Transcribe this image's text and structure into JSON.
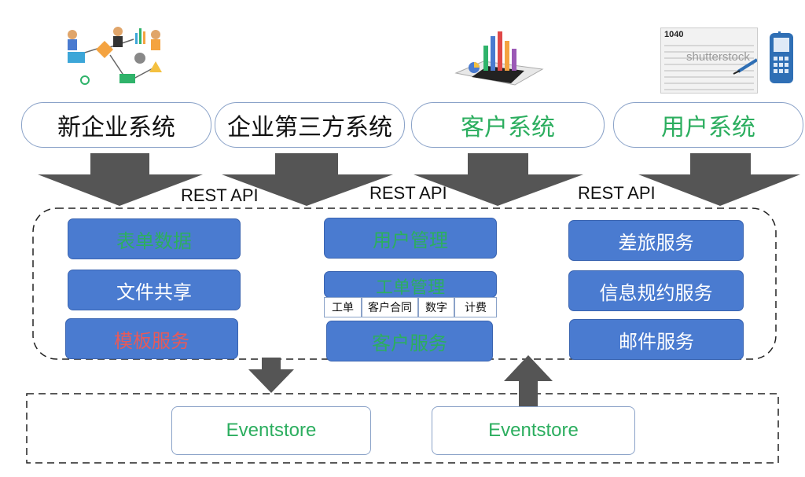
{
  "systems": [
    {
      "label": "新企业系统"
    },
    {
      "label": "企业第三方系统"
    },
    {
      "label": "客户系统"
    },
    {
      "label": "用户系统"
    }
  ],
  "api_labels": [
    "REST API",
    "REST API",
    "REST API"
  ],
  "left_services": [
    "表单数据",
    "文件共享",
    "模板服务"
  ],
  "middle_services": [
    "用户管理",
    "工单管理",
    "客户服务"
  ],
  "middle_subtabs": [
    "工单",
    "客户合同",
    "数字",
    "计费"
  ],
  "right_services": [
    "差旅服务",
    "信息规约服务",
    "邮件服务"
  ],
  "eventstores": [
    "Eventstore",
    "Eventstore"
  ],
  "image_text": {
    "form_number": "1040",
    "watermark": "shutterstock"
  },
  "colors": {
    "service_blue": "#4a7bd0",
    "label_green": "#2cae5f",
    "label_red": "#e65a5a",
    "arrow_gray": "#555555"
  }
}
